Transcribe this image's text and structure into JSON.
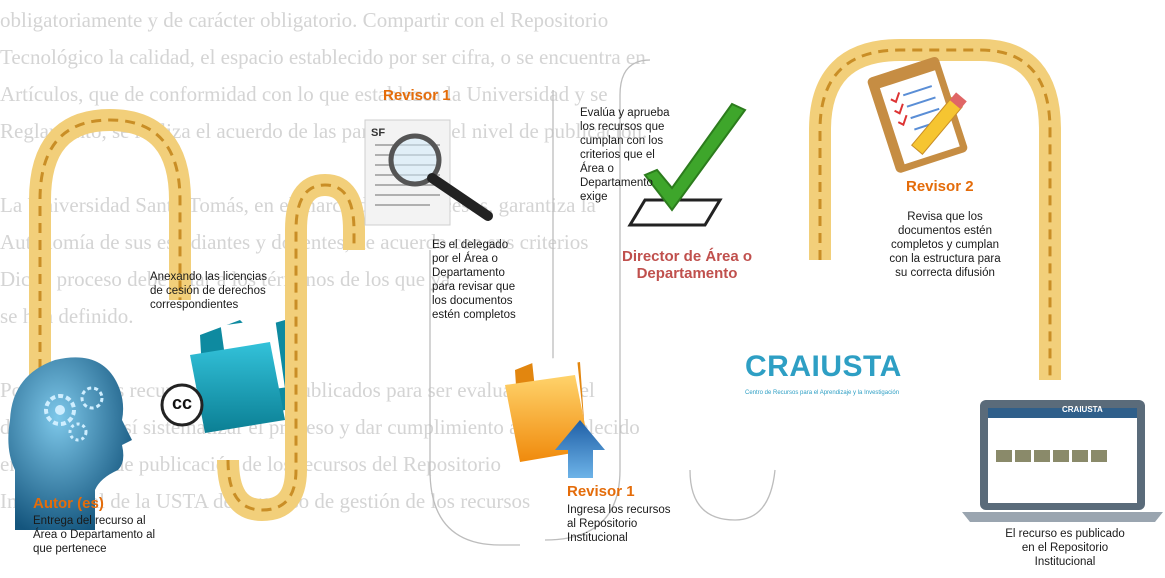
{
  "background_text": [
    "obligatoriamente y de carácter obligatorio. Compartir con el Repositorio",
    "Tecnológico la calidad, el espacio establecido por ser cifra, o se encuentra en",
    "Artículos, que de conformidad con lo que establezca la Universidad y se",
    "Reglamento, se realiza el acuerdo de las partes según el nivel de publicación.",
    "",
    "La Universidad Santo Tomás, en el marco de sus procesos, garantiza la",
    "Autonomía de sus estudiantes y docentes, de acuerdo con sus criterios",
    "Dicho proceso debe estar a los términos de los que ya",
    "se han definido.",
    "",
    "Por último, los recursos deben ser publicados para ser evaluados por el",
    "documento y así sistematizar el proceso y dar cumplimiento a lo establecido",
    "en la política de publicación de los recursos del Repositorio",
    "Institucional de la USTA del proceso de gestión de los recursos"
  ],
  "steps": {
    "autor": {
      "title": "Autor (es)",
      "desc": [
        "Entrega del recurso al",
        "Área o Departamento al",
        "que pertenece"
      ]
    },
    "licencias": {
      "desc": [
        "Anexando las licencias",
        "de cesión de derechos",
        "correspondientes"
      ],
      "cc_badge": "cc"
    },
    "revisor1_top": {
      "title": "Revisor 1",
      "desc": [
        "Es el delegado",
        "por el Área o",
        "Departamento",
        "para revisar que",
        "los documentos",
        "estén completos"
      ]
    },
    "revisor1_bottom": {
      "title": "Revisor 1",
      "desc": [
        "Ingresa los recursos",
        "al Repositorio",
        "Institucional"
      ]
    },
    "director": {
      "title": [
        "Director de Área o",
        "Departamento"
      ],
      "desc": [
        "Evalúa y aprueba",
        "los recursos que",
        "cumplan con los",
        "criterios que el",
        "Área o",
        "Departamento",
        "exige"
      ]
    },
    "revisor2": {
      "title": "Revisor 2",
      "desc": [
        "Revisa que los",
        "documentos estén",
        "completos y cumplan",
        "con la estructura para",
        "su correcta difusión"
      ]
    },
    "publicado": {
      "desc": [
        "El recurso es publicado",
        "en el Repositorio",
        "Institucional"
      ]
    }
  },
  "logo": {
    "text": "CRAIUSTA",
    "subtitle": "Centro de Recursos para el Aprendizaje y la Investigación"
  },
  "document_label": "SF",
  "laptop_screen_title": "CRAIUSTA",
  "colors": {
    "road": "#f2cf7a",
    "road_dash": "#d99a2b",
    "title_orange": "#e46c0a",
    "title_red": "#c0504d",
    "head_blue": "#1c6d9c",
    "check_green": "#3ea62b",
    "folder_teal": "#1aa0b8",
    "folder_orange": "#f39c12",
    "logo_blue": "#2e9fc4"
  }
}
